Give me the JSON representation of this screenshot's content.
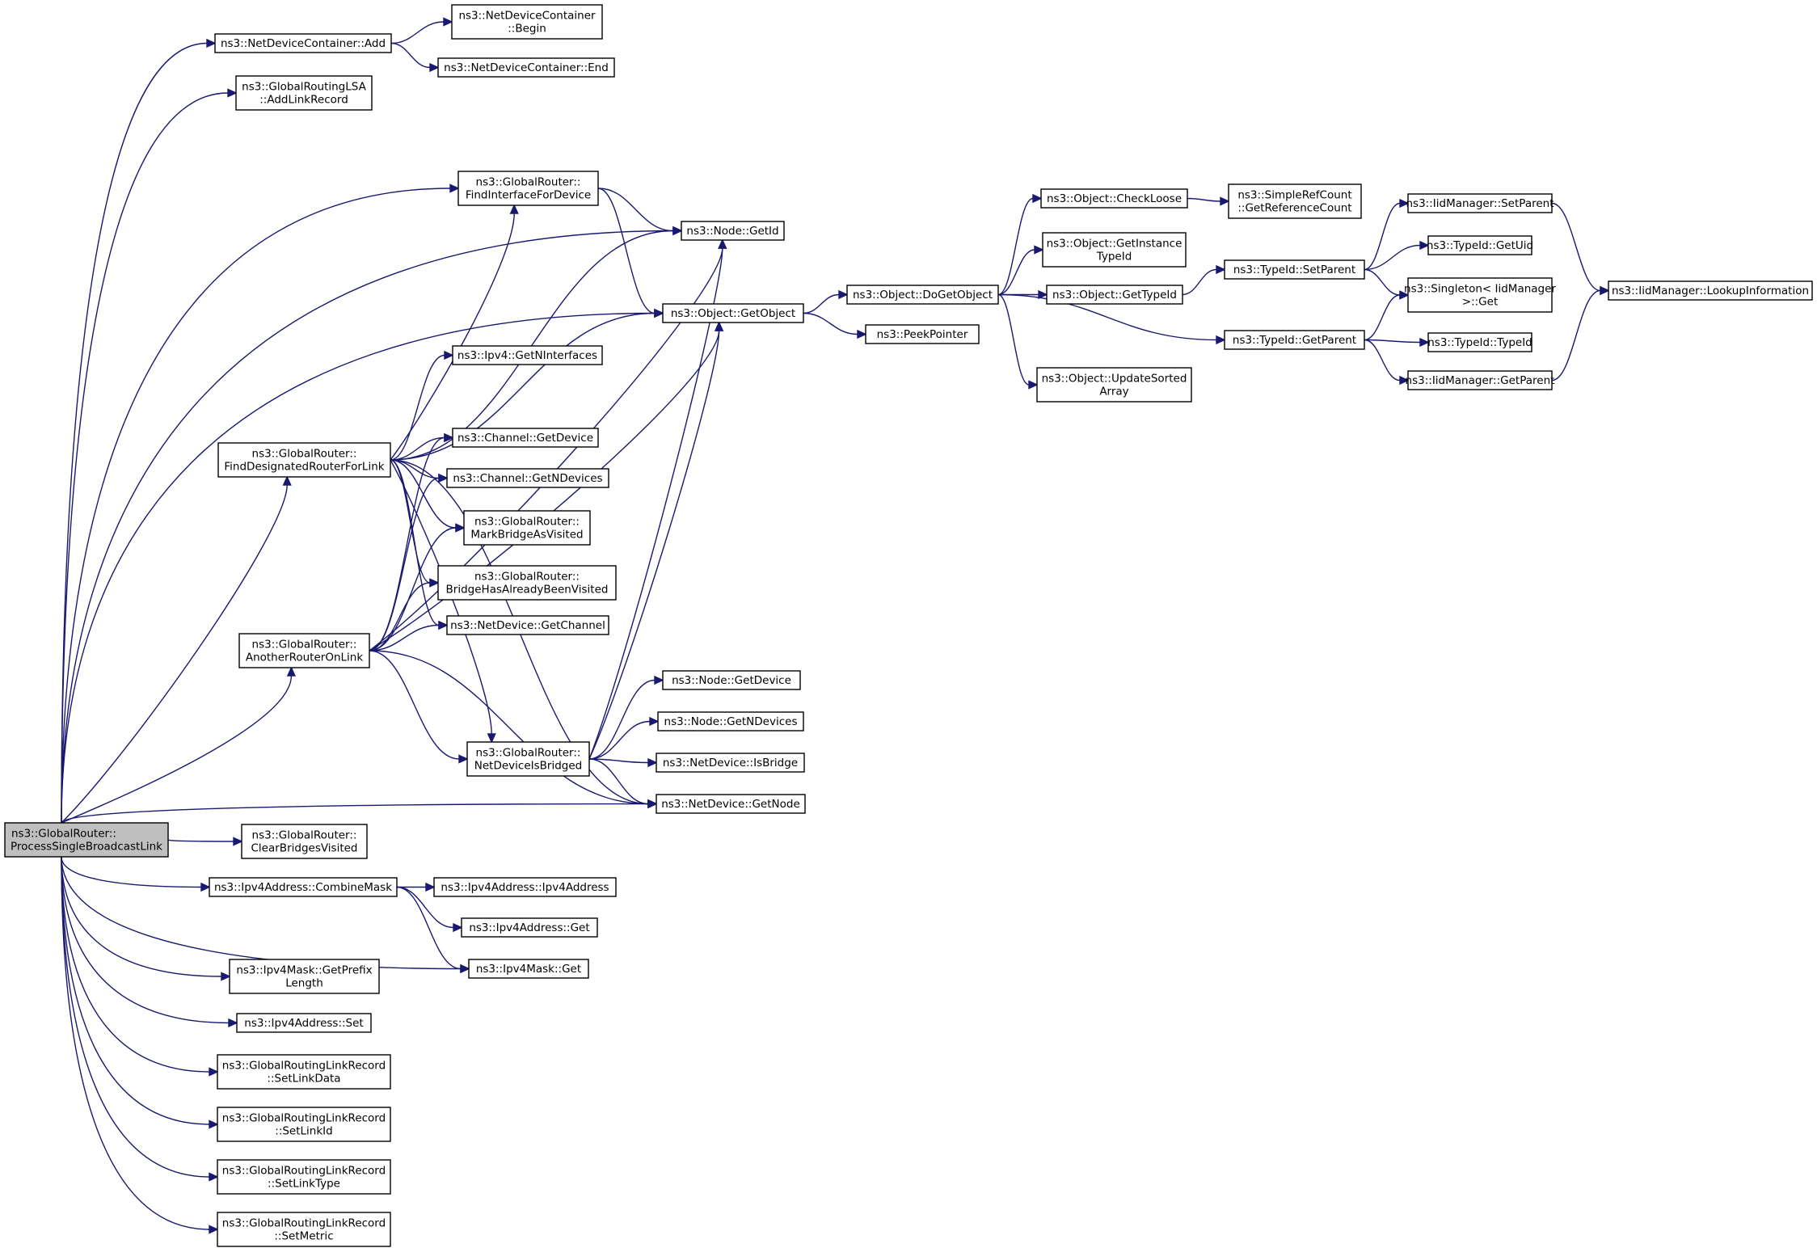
{
  "nodes": [
    {
      "id": "root",
      "label": [
        "ns3::GlobalRouter::",
        "ProcessSingleBroadcastLink"
      ],
      "root": true
    },
    {
      "id": "ndc_add",
      "label": [
        "ns3::NetDeviceContainer::Add"
      ]
    },
    {
      "id": "ndc_begin",
      "label": [
        "ns3::NetDeviceContainer",
        "::Begin"
      ]
    },
    {
      "id": "ndc_end",
      "label": [
        "ns3::NetDeviceContainer::End"
      ]
    },
    {
      "id": "lsa_add",
      "label": [
        "ns3::GlobalRoutingLSA",
        "::AddLinkRecord"
      ]
    },
    {
      "id": "gr_findiface",
      "label": [
        "ns3::GlobalRouter::",
        "FindInterfaceForDevice"
      ]
    },
    {
      "id": "node_getid",
      "label": [
        "ns3::Node::GetId"
      ]
    },
    {
      "id": "obj_getobject",
      "label": [
        "ns3::Object::GetObject"
      ]
    },
    {
      "id": "ipv4_getnif",
      "label": [
        "ns3::Ipv4::GetNInterfaces"
      ]
    },
    {
      "id": "gr_finddr",
      "label": [
        "ns3::GlobalRouter::",
        "FindDesignatedRouterForLink"
      ]
    },
    {
      "id": "ch_getdevice",
      "label": [
        "ns3::Channel::GetDevice"
      ]
    },
    {
      "id": "ch_getndevices",
      "label": [
        "ns3::Channel::GetNDevices"
      ]
    },
    {
      "id": "gr_markbridge",
      "label": [
        "ns3::GlobalRouter::",
        "MarkBridgeAsVisited"
      ]
    },
    {
      "id": "gr_bridgehas",
      "label": [
        "ns3::GlobalRouter::",
        "BridgeHasAlreadyBeenVisited"
      ]
    },
    {
      "id": "nd_getchannel",
      "label": [
        "ns3::NetDevice::GetChannel"
      ]
    },
    {
      "id": "gr_another",
      "label": [
        "ns3::GlobalRouter::",
        "AnotherRouterOnLink"
      ]
    },
    {
      "id": "gr_isbridged",
      "label": [
        "ns3::GlobalRouter::",
        "NetDeviceIsBridged"
      ]
    },
    {
      "id": "node_getdevice",
      "label": [
        "ns3::Node::GetDevice"
      ]
    },
    {
      "id": "node_getndevices",
      "label": [
        "ns3::Node::GetNDevices"
      ]
    },
    {
      "id": "nd_isbridge",
      "label": [
        "ns3::NetDevice::IsBridge"
      ]
    },
    {
      "id": "nd_getnode",
      "label": [
        "ns3::NetDevice::GetNode"
      ]
    },
    {
      "id": "gr_clearbridges",
      "label": [
        "ns3::GlobalRouter::",
        "ClearBridgesVisited"
      ]
    },
    {
      "id": "ipv4addr_combine",
      "label": [
        "ns3::Ipv4Address::CombineMask"
      ]
    },
    {
      "id": "ipv4addr_ctor",
      "label": [
        "ns3::Ipv4Address::Ipv4Address"
      ]
    },
    {
      "id": "ipv4addr_get",
      "label": [
        "ns3::Ipv4Address::Get"
      ]
    },
    {
      "id": "ipv4mask_get",
      "label": [
        "ns3::Ipv4Mask::Get"
      ]
    },
    {
      "id": "ipv4mask_prefix",
      "label": [
        "ns3::Ipv4Mask::GetPrefix",
        "Length"
      ]
    },
    {
      "id": "ipv4addr_set",
      "label": [
        "ns3::Ipv4Address::Set"
      ]
    },
    {
      "id": "glr_setlinkdata",
      "label": [
        "ns3::GlobalRoutingLinkRecord",
        "::SetLinkData"
      ]
    },
    {
      "id": "glr_setlinkid",
      "label": [
        "ns3::GlobalRoutingLinkRecord",
        "::SetLinkId"
      ]
    },
    {
      "id": "glr_setlinktype",
      "label": [
        "ns3::GlobalRoutingLinkRecord",
        "::SetLinkType"
      ]
    },
    {
      "id": "glr_setmetric",
      "label": [
        "ns3::GlobalRoutingLinkRecord",
        "::SetMetric"
      ]
    },
    {
      "id": "obj_dogetobject",
      "label": [
        "ns3::Object::DoGetObject"
      ]
    },
    {
      "id": "peekpointer",
      "label": [
        "ns3::PeekPointer"
      ]
    },
    {
      "id": "obj_checkloose",
      "label": [
        "ns3::Object::CheckLoose"
      ]
    },
    {
      "id": "src_getrefcount",
      "label": [
        "ns3::SimpleRefCount",
        "::GetReferenceCount"
      ]
    },
    {
      "id": "obj_getinstance",
      "label": [
        "ns3::Object::GetInstance",
        "TypeId"
      ]
    },
    {
      "id": "obj_gettypeid",
      "label": [
        "ns3::Object::GetTypeId"
      ]
    },
    {
      "id": "obj_updatesorted",
      "label": [
        "ns3::Object::UpdateSorted",
        "Array"
      ]
    },
    {
      "id": "tid_setparent",
      "label": [
        "ns3::TypeId::SetParent"
      ]
    },
    {
      "id": "tid_getparent",
      "label": [
        "ns3::TypeId::GetParent"
      ]
    },
    {
      "id": "iidm_setparent",
      "label": [
        "ns3::IidManager::SetParent"
      ]
    },
    {
      "id": "tid_getuid",
      "label": [
        "ns3::TypeId::GetUid"
      ]
    },
    {
      "id": "singleton_get",
      "label": [
        "ns3::Singleton< IidManager",
        " >::Get"
      ]
    },
    {
      "id": "tid_typeid",
      "label": [
        "ns3::TypeId::TypeId"
      ]
    },
    {
      "id": "iidm_getparent",
      "label": [
        "ns3::IidManager::GetParent"
      ]
    },
    {
      "id": "iidm_lookup",
      "label": [
        "ns3::IidManager::LookupInformation"
      ]
    }
  ],
  "edges": [
    [
      "root",
      "ndc_add"
    ],
    [
      "root",
      "lsa_add"
    ],
    [
      "root",
      "node_getid"
    ],
    [
      "root",
      "gr_findiface"
    ],
    [
      "root",
      "obj_getobject"
    ],
    [
      "root",
      "gr_finddr"
    ],
    [
      "root",
      "gr_another"
    ],
    [
      "root",
      "nd_getnode"
    ],
    [
      "root",
      "gr_clearbridges"
    ],
    [
      "root",
      "ipv4addr_combine"
    ],
    [
      "root",
      "ipv4mask_get"
    ],
    [
      "root",
      "ipv4mask_prefix"
    ],
    [
      "root",
      "ipv4addr_set"
    ],
    [
      "root",
      "glr_setlinkdata"
    ],
    [
      "root",
      "glr_setlinkid"
    ],
    [
      "root",
      "glr_setlinktype"
    ],
    [
      "root",
      "glr_setmetric"
    ],
    [
      "ndc_add",
      "ndc_begin"
    ],
    [
      "ndc_add",
      "ndc_end"
    ],
    [
      "gr_findiface",
      "node_getid"
    ],
    [
      "gr_findiface",
      "obj_getobject"
    ],
    [
      "gr_finddr",
      "gr_findiface"
    ],
    [
      "gr_finddr",
      "node_getid"
    ],
    [
      "gr_finddr",
      "obj_getobject"
    ],
    [
      "gr_finddr",
      "ipv4_getnif"
    ],
    [
      "gr_finddr",
      "nd_getnode"
    ],
    [
      "gr_finddr",
      "ch_getdevice"
    ],
    [
      "gr_finddr",
      "ch_getndevices"
    ],
    [
      "gr_finddr",
      "gr_markbridge"
    ],
    [
      "gr_finddr",
      "gr_bridgehas"
    ],
    [
      "gr_finddr",
      "nd_getchannel"
    ],
    [
      "gr_finddr",
      "gr_isbridged"
    ],
    [
      "gr_another",
      "ch_getdevice"
    ],
    [
      "gr_another",
      "ch_getndevices"
    ],
    [
      "gr_another",
      "gr_markbridge"
    ],
    [
      "gr_another",
      "gr_bridgehas"
    ],
    [
      "gr_another",
      "nd_getchannel"
    ],
    [
      "gr_another",
      "node_getid"
    ],
    [
      "gr_another",
      "obj_getobject"
    ],
    [
      "gr_another",
      "gr_isbridged"
    ],
    [
      "gr_another",
      "nd_getnode"
    ],
    [
      "gr_isbridged",
      "node_getid"
    ],
    [
      "gr_isbridged",
      "obj_getobject"
    ],
    [
      "gr_isbridged",
      "node_getdevice"
    ],
    [
      "gr_isbridged",
      "node_getndevices"
    ],
    [
      "gr_isbridged",
      "nd_isbridge"
    ],
    [
      "gr_isbridged",
      "nd_getnode"
    ],
    [
      "ipv4addr_combine",
      "ipv4addr_ctor"
    ],
    [
      "ipv4addr_combine",
      "ipv4addr_get"
    ],
    [
      "ipv4addr_combine",
      "ipv4mask_get"
    ],
    [
      "obj_getobject",
      "obj_dogetobject"
    ],
    [
      "obj_getobject",
      "peekpointer"
    ],
    [
      "obj_dogetobject",
      "obj_checkloose"
    ],
    [
      "obj_dogetobject",
      "obj_getinstance"
    ],
    [
      "obj_dogetobject",
      "obj_gettypeid"
    ],
    [
      "obj_dogetobject",
      "obj_updatesorted"
    ],
    [
      "obj_dogetobject",
      "tid_getparent"
    ],
    [
      "obj_checkloose",
      "src_getrefcount"
    ],
    [
      "obj_gettypeid",
      "tid_setparent"
    ],
    [
      "tid_setparent",
      "iidm_setparent"
    ],
    [
      "tid_setparent",
      "tid_getuid"
    ],
    [
      "tid_setparent",
      "singleton_get"
    ],
    [
      "tid_getparent",
      "singleton_get"
    ],
    [
      "tid_getparent",
      "tid_typeid"
    ],
    [
      "tid_getparent",
      "iidm_getparent"
    ],
    [
      "iidm_setparent",
      "iidm_lookup"
    ],
    [
      "iidm_getparent",
      "iidm_lookup"
    ]
  ]
}
